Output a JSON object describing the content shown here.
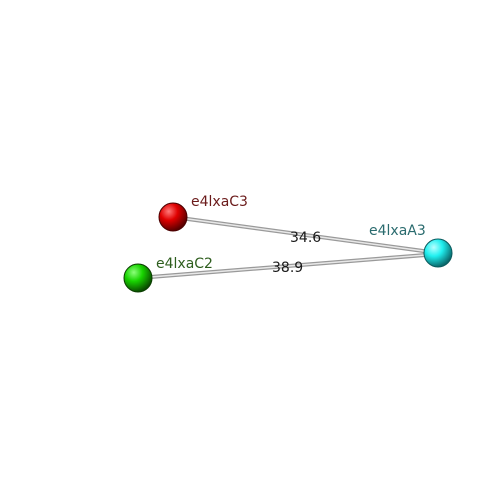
{
  "nodes": [
    {
      "id": "c3",
      "label": "e4lxaC3",
      "color": "#e00000",
      "dark": "#6a0000",
      "label_color": "#6b1b1b"
    },
    {
      "id": "c2",
      "label": "e4lxaC2",
      "color": "#18d400",
      "dark": "#0a5c00",
      "label_color": "#2e5e1e"
    },
    {
      "id": "a3",
      "label": "e4lxaA3",
      "color": "#20f0f0",
      "dark": "#0a7d80",
      "label_color": "#2a6b6e"
    }
  ],
  "edges": [
    {
      "from": "c3",
      "to": "a3",
      "label": "34.6"
    },
    {
      "from": "c2",
      "to": "a3",
      "label": "38.9"
    }
  ]
}
